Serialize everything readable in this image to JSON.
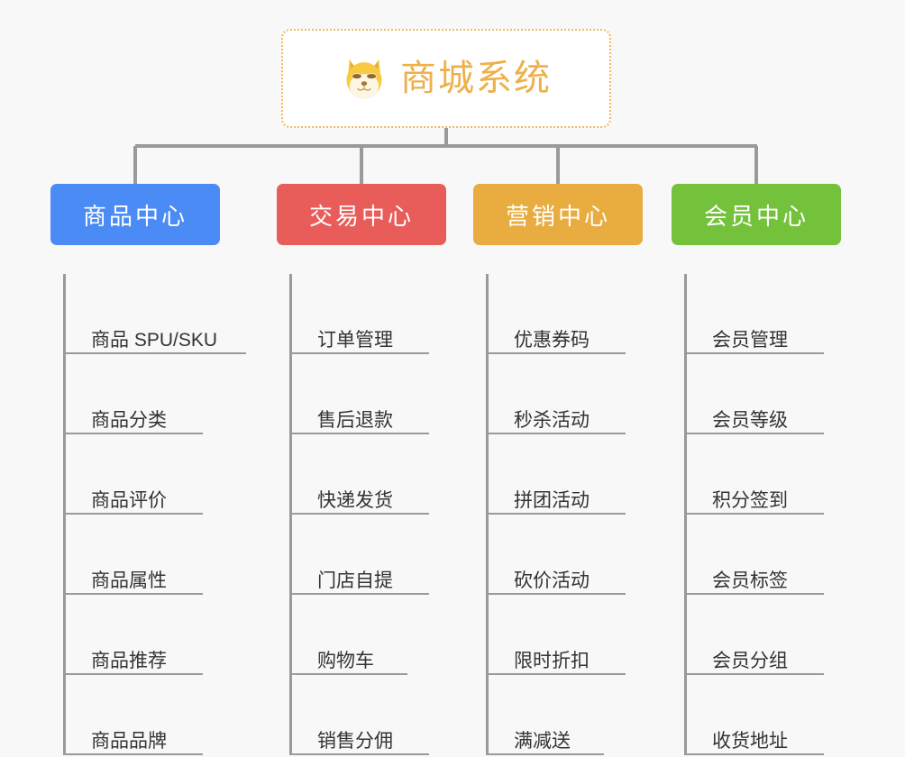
{
  "root": {
    "title": "商城系统",
    "icon": "shiba-dog-icon",
    "border_color": "#efb95c",
    "text_color": "#edb04a"
  },
  "canvas": {
    "background": "#f8f8f8",
    "connector_color": "#9a9a9a"
  },
  "columns": [
    {
      "header": "商品中心",
      "color": "#4a8bf5",
      "items": [
        {
          "label": "商品 SPU/SKU",
          "rule": "w-long"
        },
        {
          "label": "商品分类",
          "rule": "w4"
        },
        {
          "label": "商品评价",
          "rule": "w4"
        },
        {
          "label": "商品属性",
          "rule": "w4"
        },
        {
          "label": "商品推荐",
          "rule": "w4"
        },
        {
          "label": "商品品牌",
          "rule": "w4"
        }
      ]
    },
    {
      "header": "交易中心",
      "color": "#e85d5a",
      "items": [
        {
          "label": "订单管理",
          "rule": "w4"
        },
        {
          "label": "售后退款",
          "rule": "w4"
        },
        {
          "label": "快递发货",
          "rule": "w4"
        },
        {
          "label": "门店自提",
          "rule": "w4"
        },
        {
          "label": "购物车",
          "rule": "w3"
        },
        {
          "label": "销售分佣",
          "rule": "w4"
        }
      ]
    },
    {
      "header": "营销中心",
      "color": "#e8ac41",
      "items": [
        {
          "label": "优惠券码",
          "rule": "w4"
        },
        {
          "label": "秒杀活动",
          "rule": "w4"
        },
        {
          "label": "拼团活动",
          "rule": "w4"
        },
        {
          "label": "砍价活动",
          "rule": "w4"
        },
        {
          "label": "限时折扣",
          "rule": "w4"
        },
        {
          "label": "满减送",
          "rule": "w3"
        }
      ]
    },
    {
      "header": "会员中心",
      "color": "#74c13c",
      "items": [
        {
          "label": "会员管理",
          "rule": "w4"
        },
        {
          "label": "会员等级",
          "rule": "w4"
        },
        {
          "label": "积分签到",
          "rule": "w4"
        },
        {
          "label": "会员标签",
          "rule": "w4"
        },
        {
          "label": "会员分组",
          "rule": "w4"
        },
        {
          "label": "收货地址",
          "rule": "w4"
        }
      ]
    }
  ]
}
